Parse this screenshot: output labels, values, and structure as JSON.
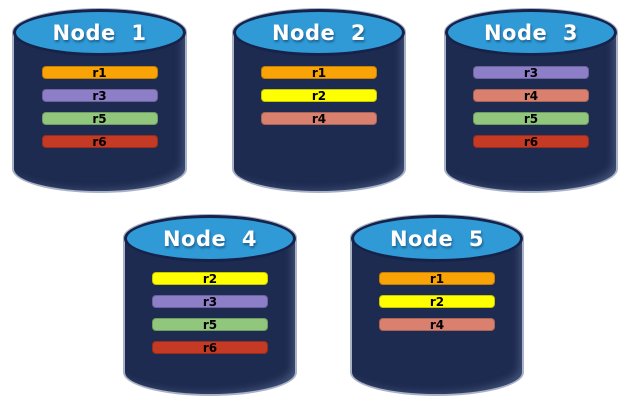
{
  "palette": {
    "cylinder_body": "#1E2B50",
    "cylinder_top": "#2F9AD6",
    "ellipse_ring": "#16224A",
    "outline_light": "#A9B2C6",
    "title_text": "#FFFFFF",
    "bar_text": "#000000",
    "page_bg": "#FFFFFF"
  },
  "colors": {
    "r1": "#F9A306",
    "r2": "#FFFF00",
    "r3": "#8D7EC8",
    "r4": "#D9806E",
    "r5": "#91C77C",
    "r6": "#C43A24"
  },
  "nodes": [
    {
      "title": "Node  1",
      "replicas": [
        "r1",
        "r3",
        "r5",
        "r6"
      ]
    },
    {
      "title": "Node  2",
      "replicas": [
        "r1",
        "r2",
        "r4"
      ]
    },
    {
      "title": "Node  3",
      "replicas": [
        "r3",
        "r4",
        "r5",
        "r6"
      ]
    },
    {
      "title": "Node  4",
      "replicas": [
        "r2",
        "r3",
        "r5",
        "r6"
      ]
    },
    {
      "title": "Node  5",
      "replicas": [
        "r1",
        "r2",
        "r4"
      ]
    }
  ]
}
